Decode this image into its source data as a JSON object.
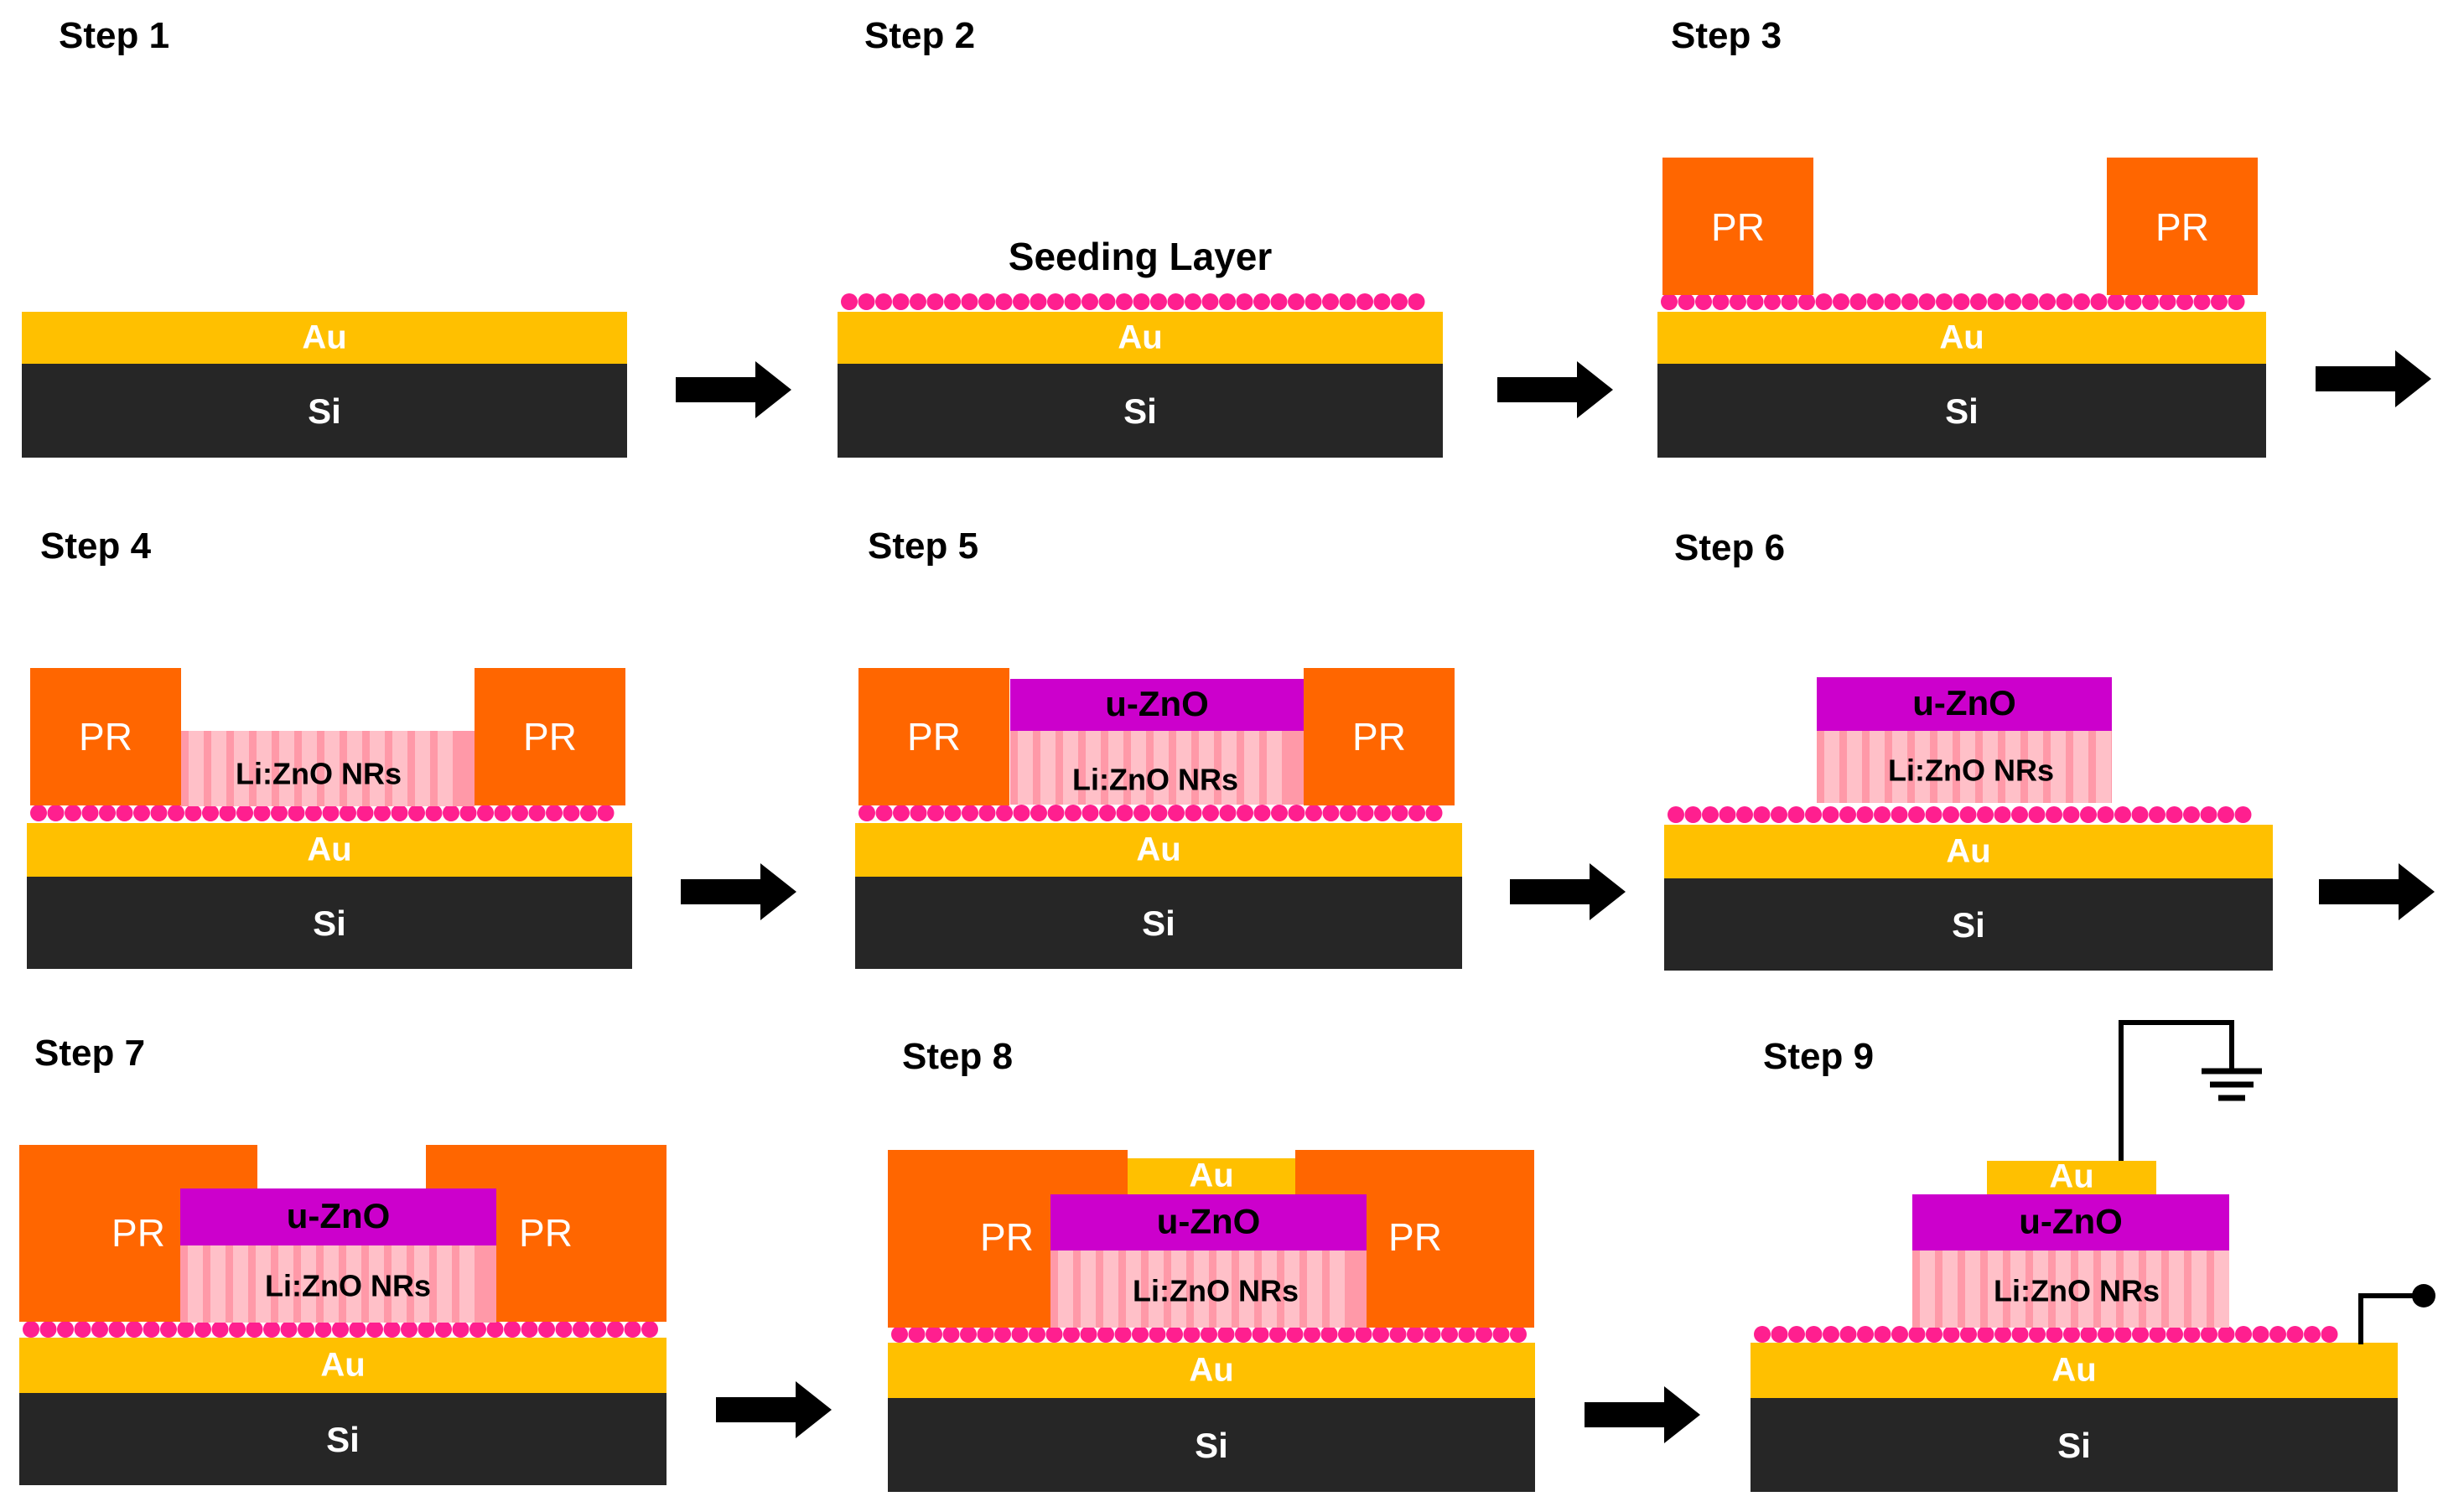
{
  "colors": {
    "au": "#FFC000",
    "si": "#262626",
    "pr": "#FF6600",
    "uzno": "#CC00CC",
    "nr_bg": "#FF99A8",
    "nr_stripe": "#FFC0C8",
    "seed": "#FF1F8F",
    "arrow": "#000000",
    "label_light": "#FFFFFF",
    "label_dark": "#000000"
  },
  "labels": {
    "au": "Au",
    "si": "Si",
    "pr": "PR",
    "uzno": "u-ZnO",
    "nrs": "Li:ZnO NRs",
    "seeding_layer": "Seeding Layer"
  },
  "steps": [
    {
      "title": "Step 1",
      "description_layers": [
        "Au",
        "Si"
      ]
    },
    {
      "title": "Step 2",
      "description_layers": [
        "Seeding Layer",
        "Au",
        "Si"
      ]
    },
    {
      "title": "Step 3",
      "description_layers": [
        "PR",
        "PR",
        "Au",
        "Si"
      ]
    },
    {
      "title": "Step 4",
      "description_layers": [
        "PR",
        "Li:ZnO NRs",
        "PR",
        "Au",
        "Si"
      ]
    },
    {
      "title": "Step 5",
      "description_layers": [
        "PR",
        "u-ZnO",
        "Li:ZnO NRs",
        "PR",
        "Au",
        "Si"
      ]
    },
    {
      "title": "Step 6",
      "description_layers": [
        "u-ZnO",
        "Li:ZnO NRs",
        "Au",
        "Si"
      ]
    },
    {
      "title": "Step 7",
      "description_layers": [
        "PR",
        "u-ZnO",
        "Li:ZnO NRs",
        "PR",
        "Au",
        "Si"
      ]
    },
    {
      "title": "Step 8",
      "description_layers": [
        "PR",
        "Au",
        "u-ZnO",
        "Li:ZnO NRs",
        "PR",
        "Au",
        "Si"
      ]
    },
    {
      "title": "Step 9",
      "description_layers": [
        "Au",
        "u-ZnO",
        "Li:ZnO NRs",
        "Au",
        "Si"
      ]
    }
  ],
  "symbols": [
    "ground-symbol",
    "probe-contact"
  ]
}
